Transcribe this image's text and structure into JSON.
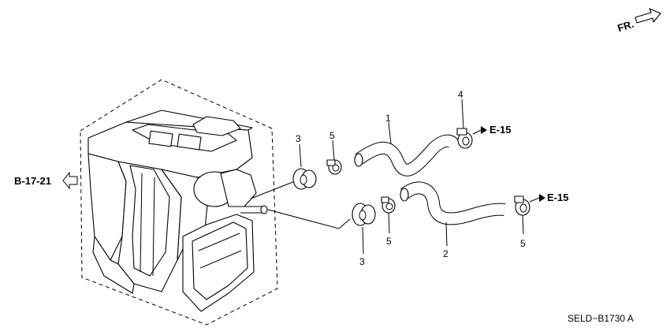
{
  "callouts": {
    "hose_upper": "1",
    "hose_lower": "2",
    "grommet_upper": "3",
    "grommet_lower": "3",
    "clamp_upper_right": "4",
    "clamp_upper_left": "5",
    "clamp_lower_left": "5",
    "clamp_lower_right": "5"
  },
  "references": {
    "left": "B-17-21",
    "upper_right": "E-15",
    "lower_right": "E-15"
  },
  "direction_label": "FR.",
  "diagram_code": "SELD−B1730 A"
}
